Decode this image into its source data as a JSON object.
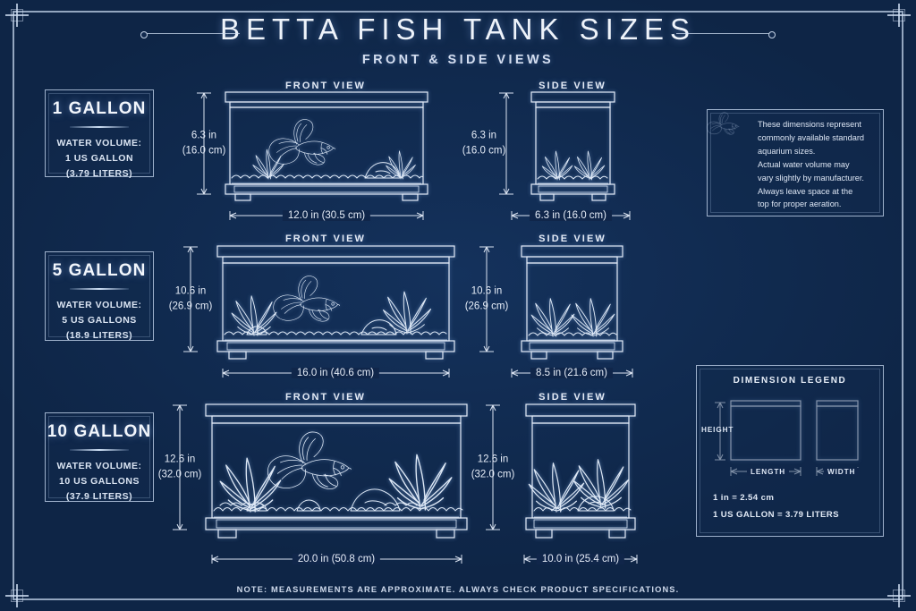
{
  "header": {
    "title": "BETTA FISH TANK SIZES",
    "subtitle": "FRONT & SIDE VIEWS"
  },
  "labels": {
    "front_view": "FRONT VIEW",
    "side_view": "SIDE VIEW"
  },
  "tanks": [
    {
      "id": "1-gallon",
      "size_title": "1 GALLON",
      "volume_caption": "WATER VOLUME:",
      "volume_us": "1 US GALLON",
      "volume_metric": "(3.79 LITERS)",
      "front": {
        "height_in": "6.3 in",
        "height_cm": "(16.0 cm)",
        "width_label": "12.0 in (30.5 cm)"
      },
      "side": {
        "height_in": "6.3 in",
        "height_cm": "(16.0 cm)",
        "width_label": "6.3 in (16.0 cm)"
      }
    },
    {
      "id": "5-gallon",
      "size_title": "5 GALLON",
      "volume_caption": "WATER VOLUME:",
      "volume_us": "5 US GALLONS",
      "volume_metric": "(18.9 LITERS)",
      "front": {
        "height_in": "10.6 in",
        "height_cm": "(26.9 cm)",
        "width_label": "16.0 in (40.6 cm)"
      },
      "side": {
        "height_in": "10.6 in",
        "height_cm": "(26.9 cm)",
        "width_label": "8.5 in (21.6 cm)"
      }
    },
    {
      "id": "10-gallon",
      "size_title": "10 GALLON",
      "volume_caption": "WATER VOLUME:",
      "volume_us": "10 US GALLONS",
      "volume_metric": "(37.9 LITERS)",
      "front": {
        "height_in": "12.6 in",
        "height_cm": "(32.0 cm)",
        "width_label": "20.0 in (50.8 cm)"
      },
      "side": {
        "height_in": "12.6 in",
        "height_cm": "(32.0 cm)",
        "width_label": "10.0 in (25.4 cm)"
      }
    }
  ],
  "note_box": {
    "icon": "betta-fish-icon",
    "lines": [
      "These dimensions represent",
      "commonly available standard",
      "aquarium sizes.",
      "Actual water volume may",
      "vary slightly by manufacturer.",
      "Always leave space at the",
      "top for proper aeration."
    ]
  },
  "legend": {
    "title": "DIMENSION LEGEND",
    "height_label": "HEIGHT",
    "length_label": "LENGTH",
    "width_label": "WIDTH",
    "conversion_inch": "1 in = 2.54 cm",
    "conversion_gallon": "1 US GALLON = 3.79 LITERS"
  },
  "footer": {
    "note": "NOTE: MEASUREMENTS ARE APPROXIMATE.  ALWAYS CHECK PRODUCT SPECIFICATIONS."
  },
  "colors": {
    "background": "#0e2546",
    "ink": "#e3ebf7",
    "frame": "#c8d8ee"
  }
}
